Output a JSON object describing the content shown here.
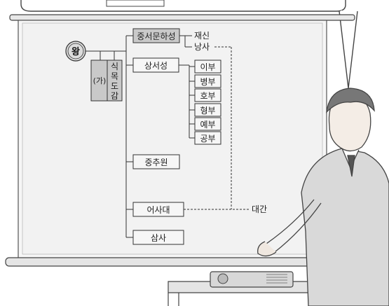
{
  "diagram": {
    "king": "왕",
    "ga": "(가)",
    "sikmok": [
      "식",
      "목",
      "도",
      "감"
    ],
    "central": "중서문하성",
    "jaesin": "재신",
    "nangsa": "낭사",
    "sangseo": "상서성",
    "ministries": [
      "이부",
      "병부",
      "호부",
      "형부",
      "예부",
      "공부"
    ],
    "jungchuwon": "중추원",
    "eosadae": "어사대",
    "daegan": "대간",
    "samsa": "삼사"
  }
}
